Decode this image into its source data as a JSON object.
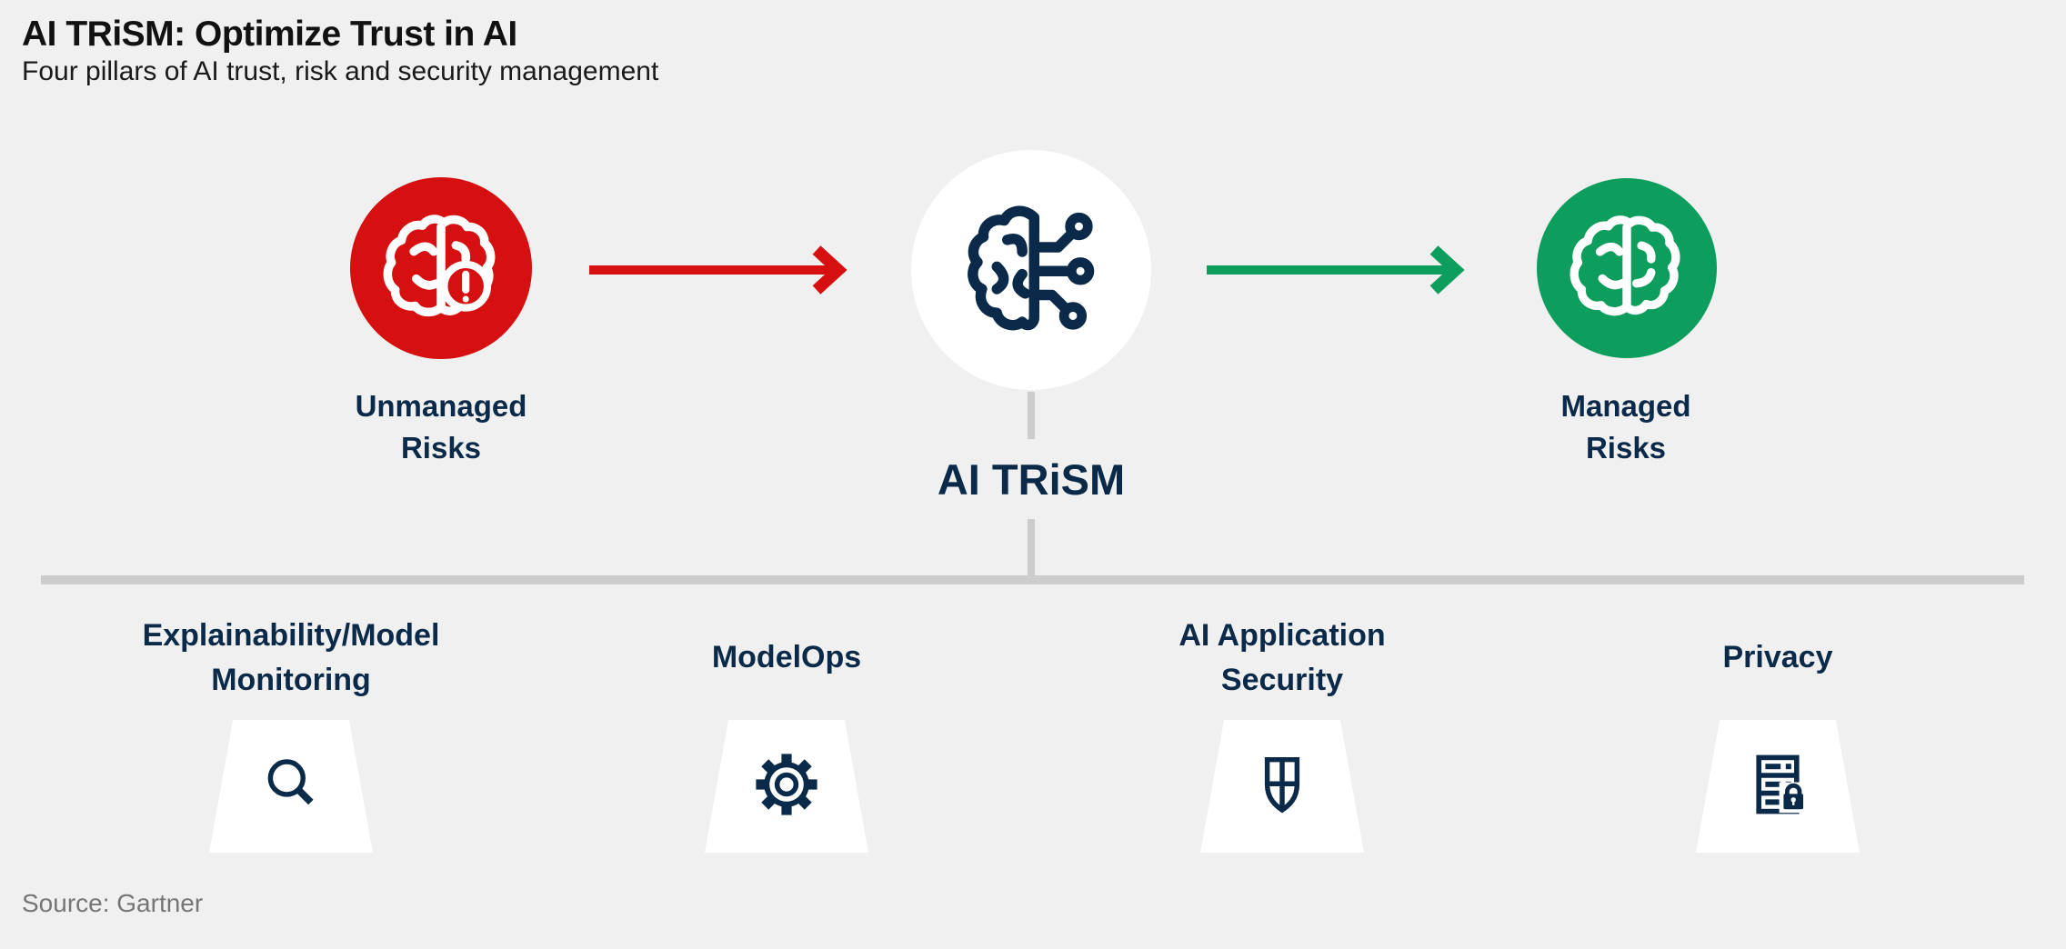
{
  "header": {
    "title": "AI TRiSM: Optimize Trust in AI",
    "subtitle": "Four pillars of AI trust, risk and security management"
  },
  "flow": {
    "unmanaged": {
      "label": "Unmanaged Risks",
      "lines": [
        "Unmanaged",
        "Risks"
      ],
      "icon": "brain-warning-icon",
      "circle_color": "#d61010"
    },
    "center": {
      "label": "AI TRiSM",
      "icon": "ai-brain-circuit-icon",
      "circle_color": "#ffffff"
    },
    "managed": {
      "label": "Managed Risks",
      "lines": [
        "Managed",
        "Risks"
      ],
      "icon": "brain-icon",
      "circle_color": "#0d9d5c"
    },
    "arrows": [
      {
        "name": "unmanaged-to-trism",
        "color": "#d61010",
        "direction": "right"
      },
      {
        "name": "trism-to-managed",
        "color": "#0d9d5c",
        "direction": "right"
      }
    ]
  },
  "pillars": [
    {
      "label": "Explainability/Model Monitoring",
      "lines": [
        "Explainability/Model",
        "Monitoring"
      ],
      "icon": "magnifier-icon"
    },
    {
      "label": "ModelOps",
      "lines": [
        "ModelOps"
      ],
      "icon": "gear-icon"
    },
    {
      "label": "AI Application Security",
      "lines": [
        "AI Application",
        "Security"
      ],
      "icon": "shield-icon"
    },
    {
      "label": "Privacy",
      "lines": [
        "Privacy"
      ],
      "icon": "secure-data-lock-icon"
    }
  ],
  "footer": {
    "source": "Source: Gartner"
  },
  "colors": {
    "background": "#f0f0f0",
    "navy": "#0b2948",
    "red": "#d61010",
    "green": "#0d9d5c",
    "connector_gray": "#cccccc",
    "text_black": "#111111",
    "source_gray": "#767676"
  }
}
